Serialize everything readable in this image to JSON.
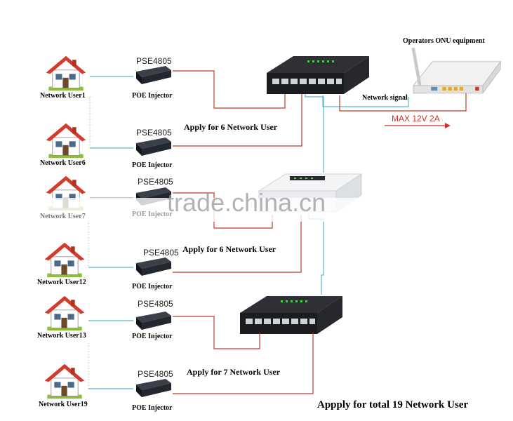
{
  "title": "Appply for total 19 Network User",
  "onu_label": "Operators ONU equipment",
  "network_signal": "Network signal",
  "max_power": "MAX 12V 2A",
  "watermark": "trade.china.cn",
  "colors": {
    "red_line": "#c0392b",
    "blue_line": "#5ab4d6",
    "accent_red": "#d0302a"
  },
  "users": [
    {
      "name": "Network User1",
      "model": "PSE4805",
      "injector": "POE Injector"
    },
    {
      "name": "Network User6",
      "model": "PSE4805",
      "injector": "POE Injector"
    },
    {
      "name": "Network User7",
      "model": "PSE4805",
      "injector": "POE Injector"
    },
    {
      "name": "Network User12",
      "model": "PSE4805",
      "injector": "POE Injector"
    },
    {
      "name": "Network User13",
      "model": "PSE4805",
      "injector": "POE Injector"
    },
    {
      "name": "Network User19",
      "model": "PSE4805",
      "injector": "POE Injector"
    }
  ],
  "groups": [
    {
      "label": "Apply for 6 Network User"
    },
    {
      "label": "Apply for 6 Network User"
    },
    {
      "label": "Apply for 7 Network User"
    }
  ]
}
